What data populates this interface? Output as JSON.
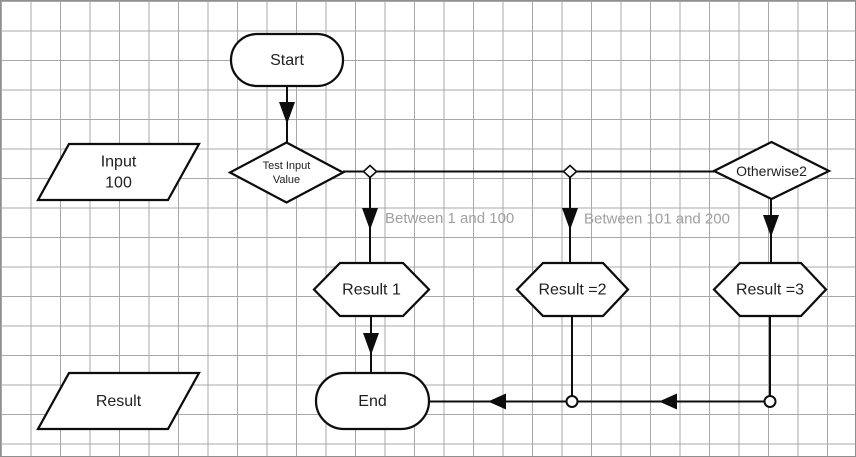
{
  "nodes": {
    "start": {
      "label": "Start",
      "type": "terminator"
    },
    "input": {
      "line1": "Input",
      "line2": "100",
      "type": "data-parallelogram"
    },
    "test": {
      "line1": "Test Input",
      "line2": "Value",
      "type": "decision"
    },
    "otherwise": {
      "label": "Otherwise2",
      "type": "decision"
    },
    "result1": {
      "label": "Result 1",
      "type": "hexagon"
    },
    "result2": {
      "label": "Result =2",
      "type": "hexagon"
    },
    "result3": {
      "label": "Result =3",
      "type": "hexagon"
    },
    "end": {
      "label": "End",
      "type": "terminator"
    },
    "result_output": {
      "label": "Result",
      "type": "data-parallelogram"
    }
  },
  "edges": {
    "branch1_label": "Between 1 and 100",
    "branch2_label": "Between 101 and 200"
  },
  "colors": {
    "shape_stroke": "#0d0d0d",
    "shape_fill": "#ffffff",
    "text": "#202020",
    "edge_label_gray": "#a0a0a0",
    "grid_line": "#a8a8a8",
    "canvas_background": "#ffffff",
    "canvas_border": "#8f8f8f"
  }
}
